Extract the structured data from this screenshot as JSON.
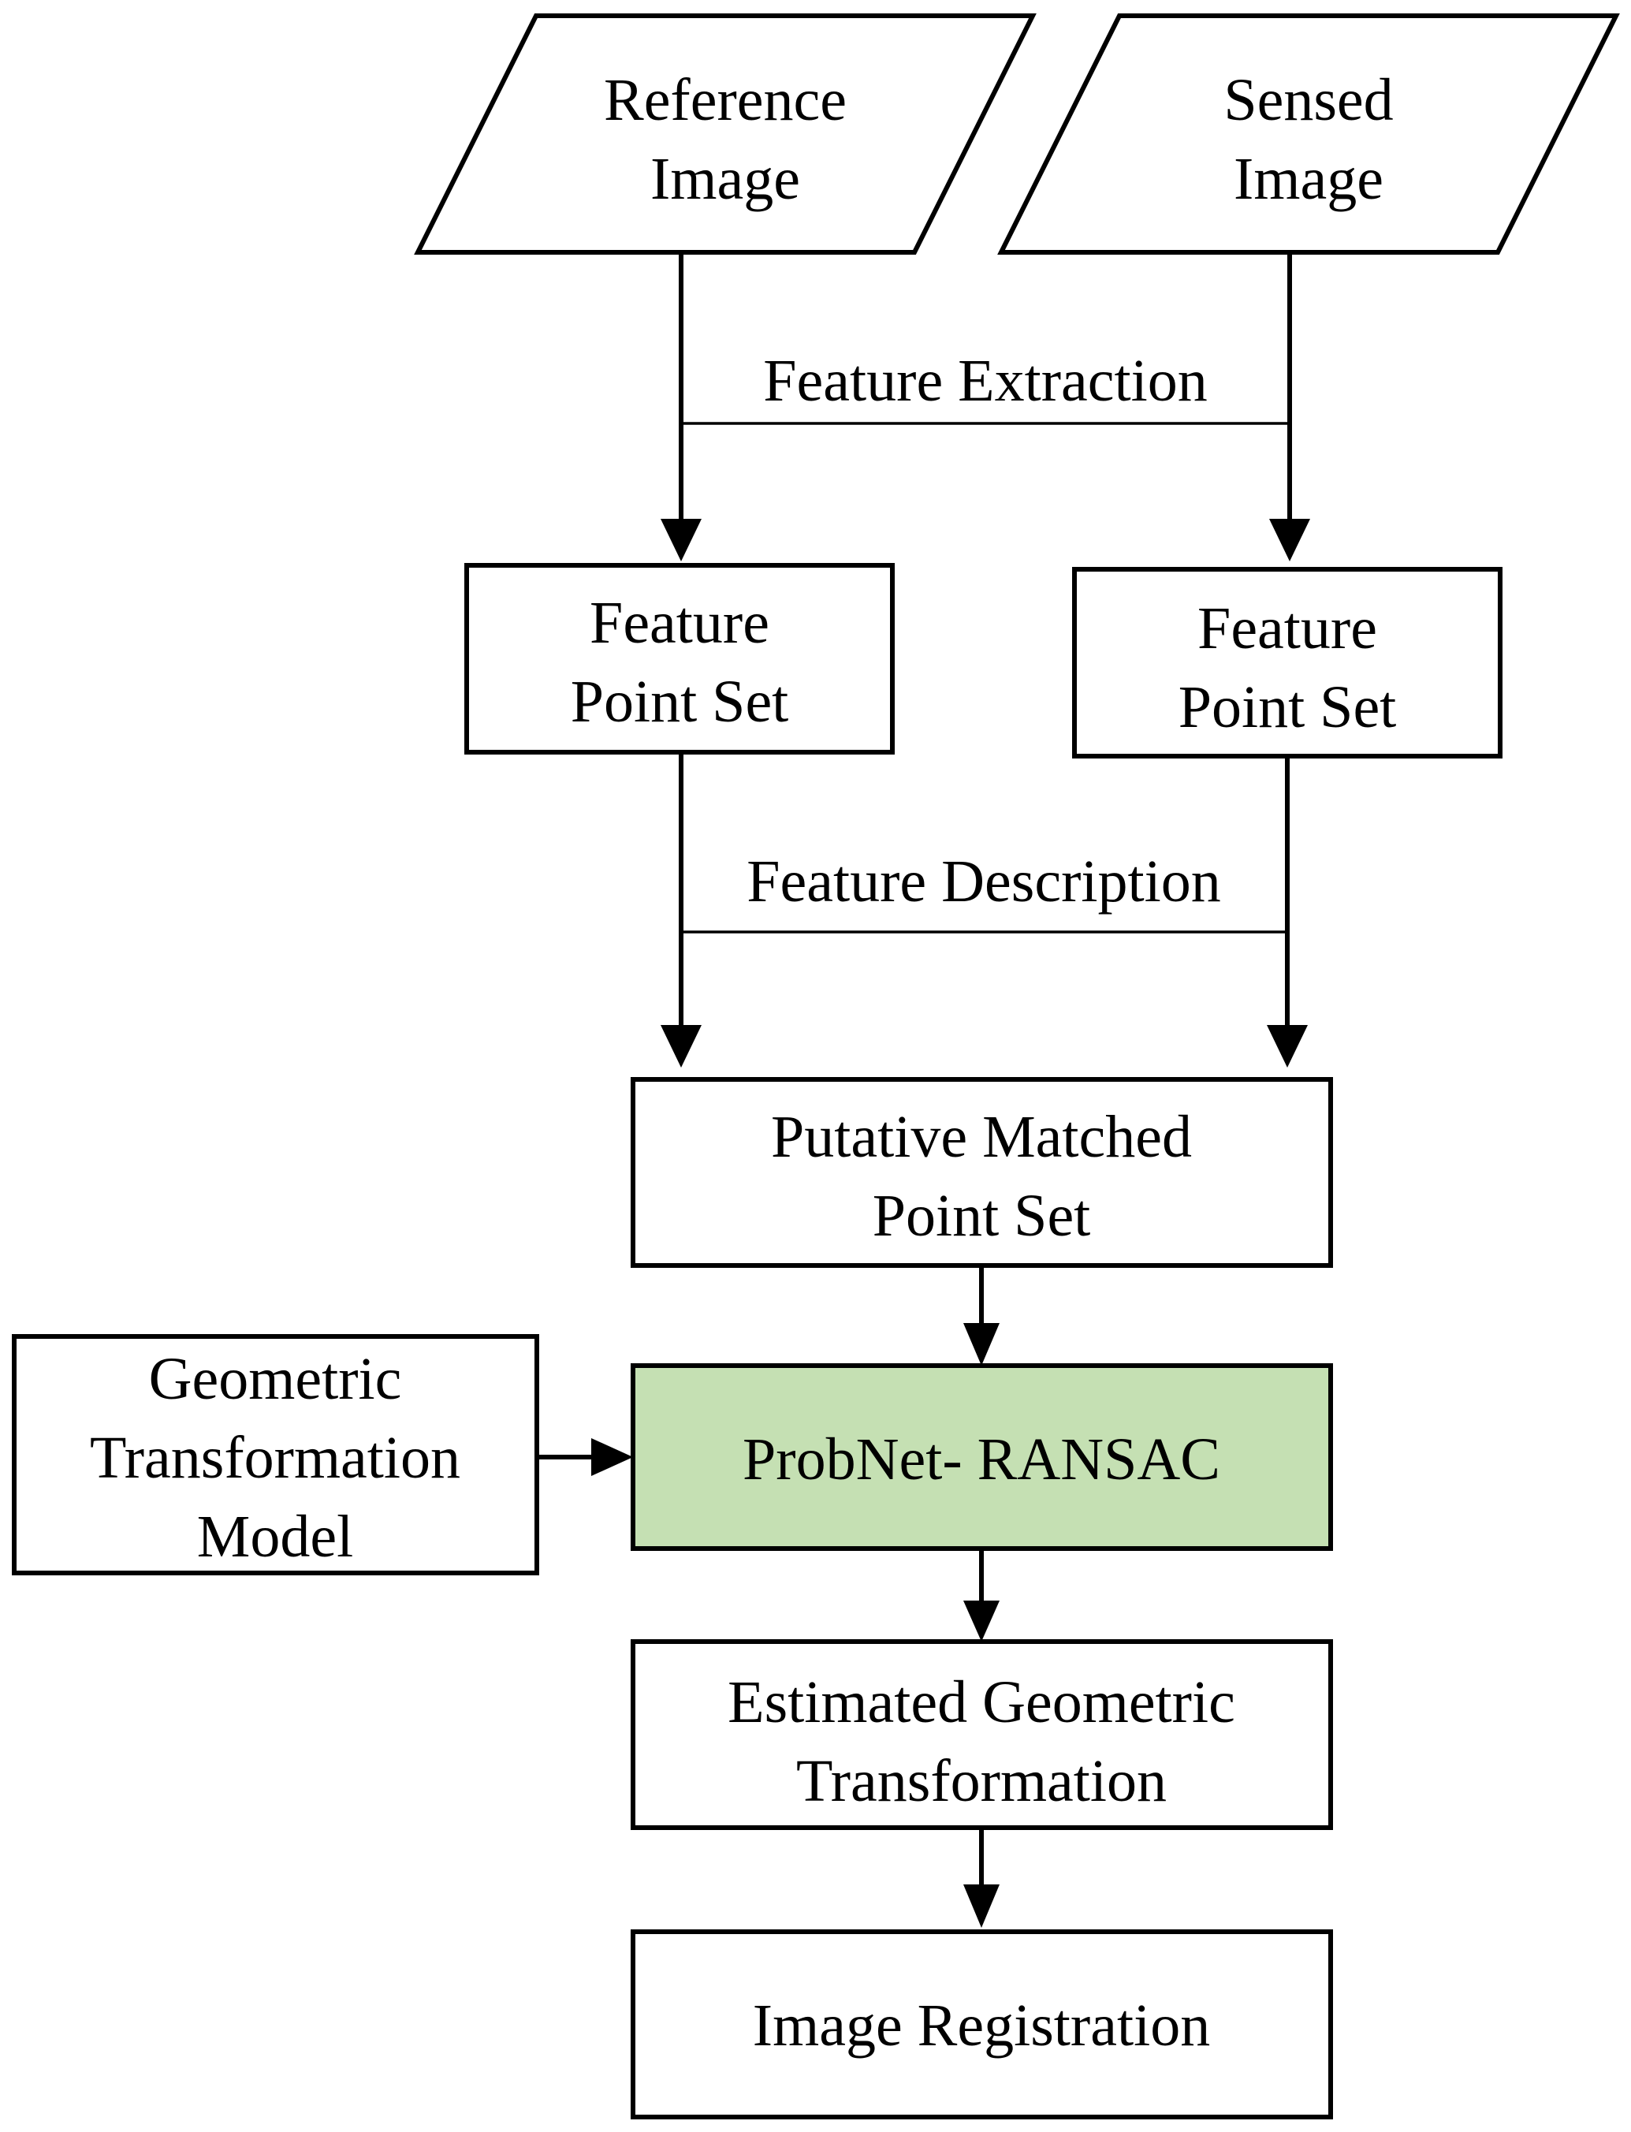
{
  "nodes": {
    "reference_image": {
      "line1": "Reference",
      "line2": "Image"
    },
    "sensed_image": {
      "line1": "Sensed",
      "line2": "Image"
    },
    "feature_point_set_left": {
      "line1": "Feature",
      "line2": "Point Set"
    },
    "feature_point_set_right": {
      "line1": "Feature",
      "line2": "Point Set"
    },
    "putative_matched_point_set": {
      "line1": "Putative Matched",
      "line2": "Point Set"
    },
    "geometric_transformation_model": {
      "line1": "Geometric",
      "line2": "Transformation",
      "line3": "Model"
    },
    "probnet_ransac": {
      "label": "ProbNet- RANSAC"
    },
    "estimated_geometric_transformation": {
      "line1": "Estimated Geometric",
      "line2": "Transformation"
    },
    "image_registration": {
      "label": "Image Registration"
    }
  },
  "edge_labels": {
    "feature_extraction": "Feature Extraction",
    "feature_description": "Feature Description"
  },
  "colors": {
    "highlight_fill": "#c5e0b3",
    "stroke": "#000000"
  }
}
